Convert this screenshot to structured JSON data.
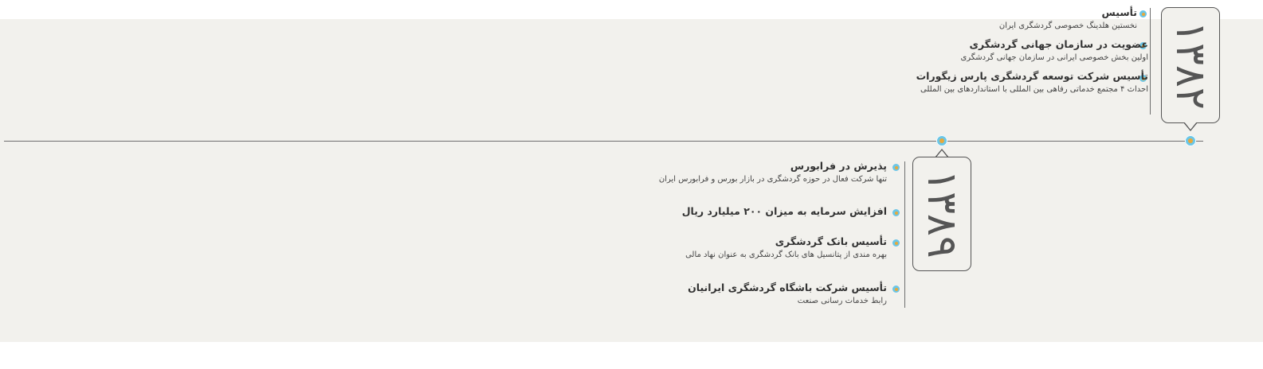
{
  "timeline": {
    "periods": [
      {
        "year": "۱۳۸۲",
        "events": [
          {
            "title": "تأسیس",
            "desc": "نخستین هلدینگ خصوصی گردشگری ایران"
          },
          {
            "title": "عضویت در سازمان جهانی گردشگری",
            "desc": "اولین بخش خصوصی ایرانی در سازمان جهانی گردشگری"
          },
          {
            "title": "تأسیس شرکت توسعه گردشگری پارس زیگورات",
            "desc": "احداث ۴ مجتمع خدماتی رفاهی بین المللی با استانداردهای بین المللی"
          }
        ]
      },
      {
        "year": "۱۳۸۹",
        "events": [
          {
            "title": "پذیرش در فرابورس",
            "desc": "تنها شرکت فعال در حوزه گردشگری در بازار بورس و فرابورس ایران"
          },
          {
            "title": "افزایش سرمایه به میزان ۲۰۰ میلیارد ریال",
            "desc": ""
          },
          {
            "title": "تأسیس بانک گردشگری",
            "desc": "بهره مندی از پتانسیل های بانک گردشگری به عنوان نهاد مالی"
          },
          {
            "title": "تأسیس شرکت باشگاه گردشگری ایرانیان",
            "desc": "رابط خدمات رسانی صنعت"
          }
        ]
      }
    ]
  },
  "colors": {
    "panel": "#f2f1ed",
    "node_blue": "#6cc6e6",
    "node_orange": "#e8a93a",
    "line": "#6e6e6e"
  }
}
